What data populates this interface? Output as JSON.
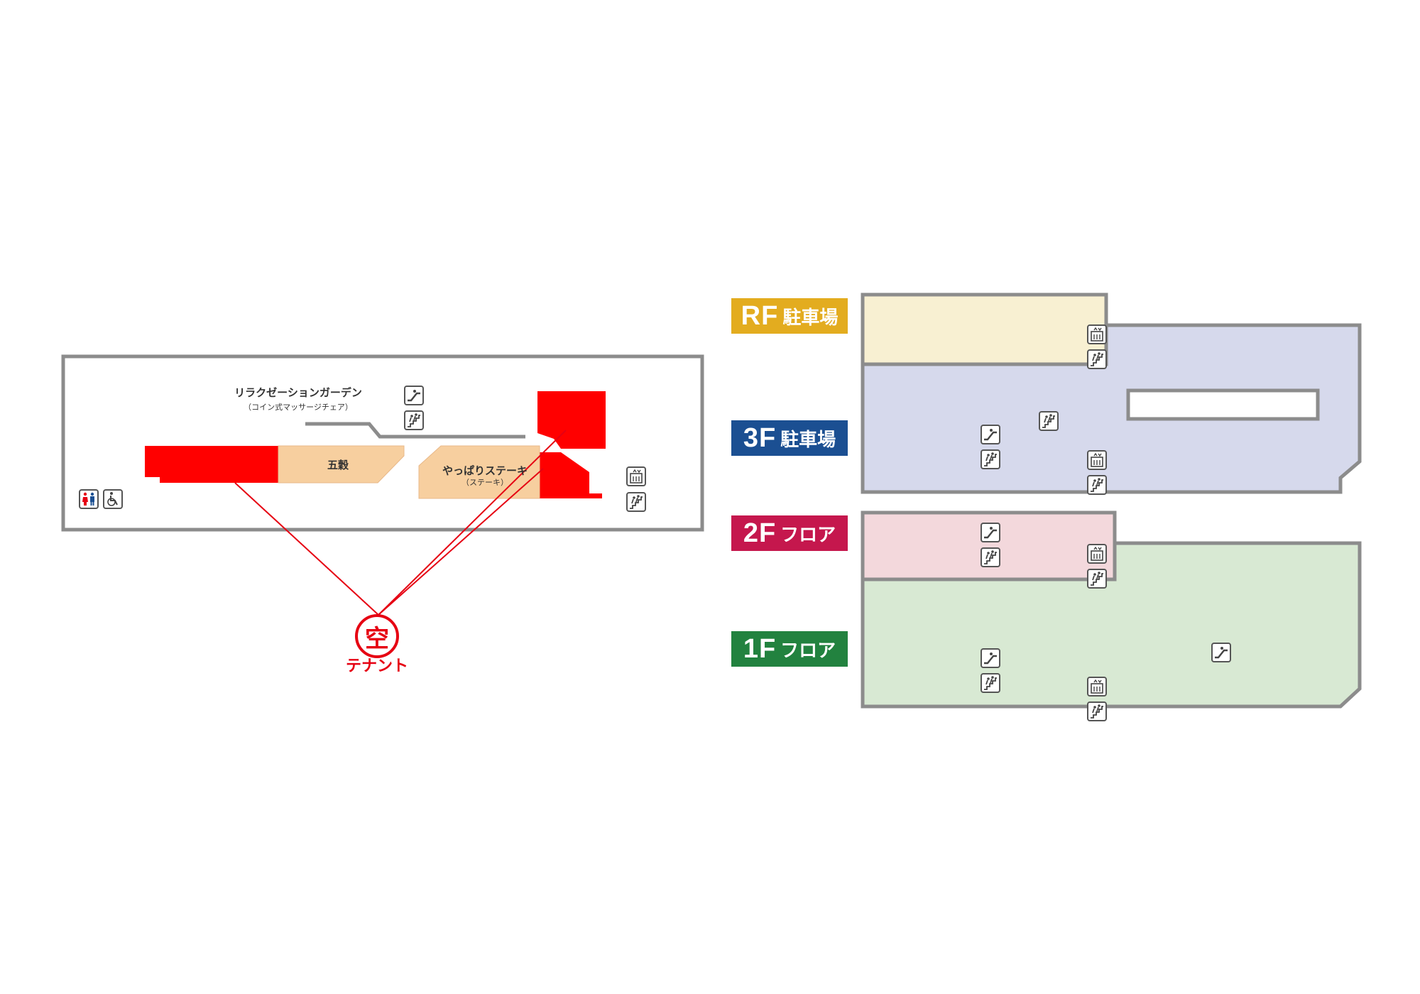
{
  "left_map": {
    "relax_garden": "リラクゼーションガーデン",
    "relax_garden_sub": "（コイン式マッサージチェア）",
    "gokoku": "五穀",
    "yappari": "やっぱりステーキ",
    "yappari_sub": "（ステーキ）",
    "vacant_char": "空",
    "vacant_label": "テナント"
  },
  "floors": [
    {
      "level": "RF",
      "text": "駐車場",
      "color": "#e3ac1f"
    },
    {
      "level": "3F",
      "text": "駐車場",
      "color": "#1b4f92"
    },
    {
      "level": "2F",
      "text": "フロア",
      "color": "#c5174d"
    },
    {
      "level": "1F",
      "text": "フロア",
      "color": "#22823f"
    }
  ],
  "colors": {
    "vacant_red": "#ff0000",
    "shop_tan": "#f7cf9f",
    "rf_fill": "#f8f0d2",
    "f3_fill": "#d6d9ec",
    "f2_fill": "#f3d8dc",
    "f1_fill": "#d8e9d3",
    "outline": "#8c8c8c"
  },
  "icons": [
    "escalator-icon",
    "stairs-icon",
    "elevator-icon",
    "restroom-icon",
    "wheelchair-icon"
  ]
}
